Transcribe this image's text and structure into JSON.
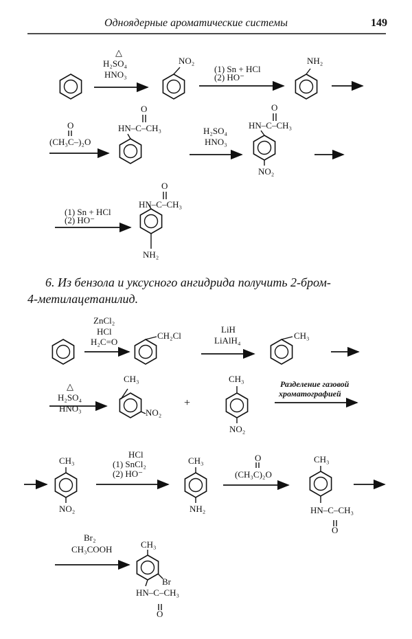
{
  "header": {
    "title": "Одноядерные ароматические системы",
    "page_number": "149"
  },
  "scheme1": {
    "step1": {
      "heat": "△",
      "reagent1": "H₂SO₄",
      "reagent2": "HNO₃"
    },
    "nitrobenzene": {
      "group": "NO₂"
    },
    "step2": {
      "line1": "(1) Sn + HCl",
      "line2": "(2) HO⁻"
    },
    "aniline": {
      "group": "NH₂"
    },
    "step3": {
      "oxygen": "O",
      "reagent": "(CH₃C–)₂O"
    },
    "acetanilide": {
      "oxygen": "O",
      "group": "HN–C–CH₃"
    },
    "step4": {
      "reagent1": "H₂SO₄",
      "reagent2": "HNO₃"
    },
    "nitroacetanilide": {
      "oxygen": "O",
      "group": "HN–C–CH₃",
      "para_group": "NO₂"
    },
    "step5": {
      "line1": "(1) Sn + HCl",
      "line2": "(2) HO⁻"
    },
    "aminoacetanilide": {
      "oxygen": "O",
      "group": "HN–C–CH₃",
      "para_group": "NH₂"
    }
  },
  "problem": {
    "line1": "6. Из бензола и уксусного ангидрида получить 2-бром-",
    "line2": "4-метилацетанилид."
  },
  "scheme2": {
    "step1": {
      "reagent1": "ZnCl₂",
      "reagent2": "HCl",
      "reagent3": "H₂C=O"
    },
    "benzyl_chloride": {
      "group": "CH₂Cl"
    },
    "step2": {
      "reagent1": "LiH",
      "reagent2": "LiAlH₄"
    },
    "toluene": {
      "group": "CH₃"
    },
    "step3": {
      "heat": "△",
      "reagent1": "H₂SO₄",
      "reagent2": "HNO₃"
    },
    "ortho_nitrotoluene": {
      "group1": "CH₃",
      "group2": "NO₂"
    },
    "plus": "+",
    "para_nitrotoluene": {
      "group1": "CH₃",
      "group2": "NO₂"
    },
    "separation": {
      "line1": "Разделение газовой",
      "line2": "хроматографией"
    },
    "para_nitrotoluene2": {
      "group1": "CH₃",
      "group2": "NO₂"
    },
    "step4": {
      "line1": "HCl",
      "line2": "(1) SnCl₂",
      "line3": "(2) HO⁻"
    },
    "toluidine": {
      "group1": "CH₃",
      "group2": "NH₂"
    },
    "step5": {
      "oxygen": "O",
      "reagent": "(CH₃C)₂O"
    },
    "methylacetanilide": {
      "group1": "CH₃",
      "group2": "HN–C–CH₃",
      "oxygen": "O"
    },
    "step6": {
      "reagent1": "Br₂",
      "reagent2": "CH₃COOH"
    },
    "product": {
      "group1": "CH₃",
      "group2": "Br",
      "group3": "HN–C–CH₃",
      "oxygen": "O"
    }
  }
}
